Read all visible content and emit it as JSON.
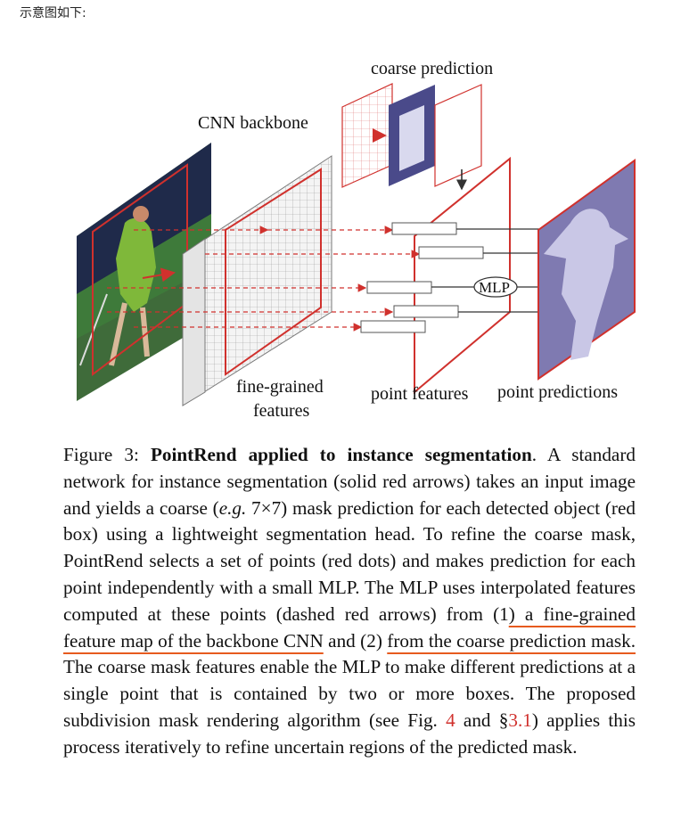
{
  "header": {
    "text": "示意图如下:"
  },
  "figure": {
    "labels": {
      "coarse_prediction": "coarse prediction",
      "cnn_backbone": "CNN backbone",
      "fine_grained_1": "fine-grained",
      "fine_grained_2": "features",
      "point_features": "point features",
      "point_predictions": "point predictions",
      "mlp": "MLP"
    },
    "colors": {
      "accent_red": "#d0312d",
      "mask_purple": "#7f7ab1",
      "underline": "#e65a1e"
    }
  },
  "caption": {
    "fig_label": "Figure 3: ",
    "title": "PointRend applied to instance segmentation",
    "t1": ". A standard network for instance segmentation (solid red arrows) takes an input image and yields a coarse (",
    "eg": "e.g.",
    "t2": " 7×7) mask prediction for each detected object (red box) using a lightweight segmentation head. To refine the coarse mask, PointRend selects a set of points (red dots) and makes prediction for each point independently with a small MLP.  The MLP uses interpolated features computed at these points (dashed red arrows) from (1",
    "u1": ") a fine-grained feature map of the backbone CNN",
    "t3": " and (2) ",
    "u2": "from the coarse prediction mask.",
    "t4": " The coarse mask features enable the MLP to make different predictions at a single point that is contained by two or more boxes.  The proposed subdivision mask rendering algorithm (see Fig. ",
    "ref1": "4",
    "t5": " and §",
    "ref2": "3.1",
    "t6": ") applies this process iteratively to refine uncertain regions of the predicted mask."
  }
}
